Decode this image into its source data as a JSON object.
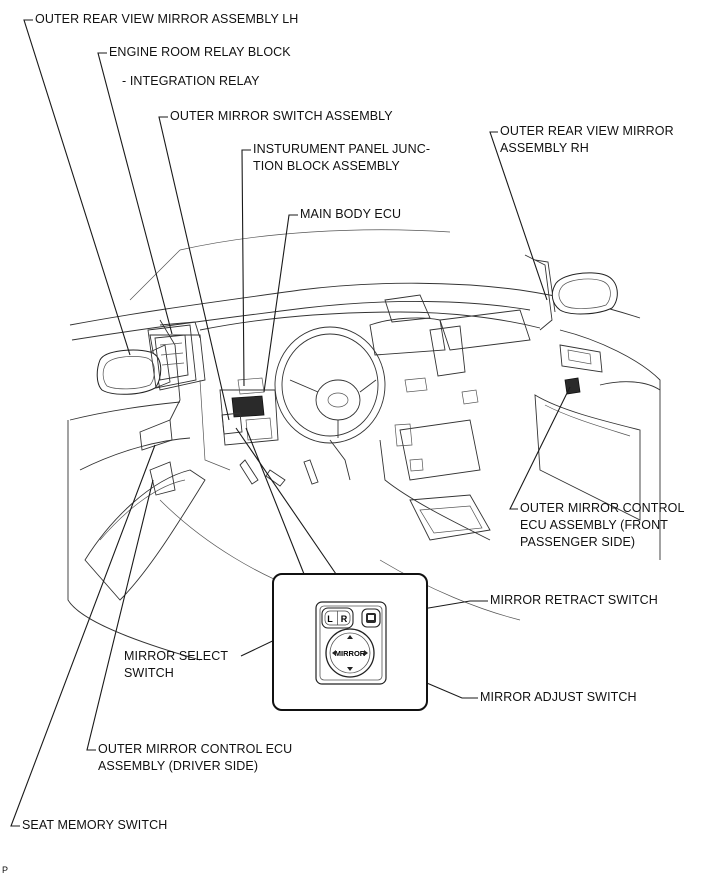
{
  "labels": {
    "mirror_lh": "OUTER REAR VIEW MIRROR ASSEMBLY LH",
    "engine_relay": "ENGINE ROOM RELAY BLOCK",
    "integration_relay": "- INTEGRATION RELAY",
    "mirror_switch": "OUTER MIRROR SWITCH ASSEMBLY",
    "ip_junction_1": "INSTURUMENT PANEL JUNC-",
    "ip_junction_2": "TION BLOCK ASSEMBLY",
    "main_body_ecu": "MAIN BODY ECU",
    "mirror_rh_1": "OUTER REAR VIEW MIRROR",
    "mirror_rh_2": "ASSEMBLY RH",
    "ecu_passenger_1": "OUTER MIRROR CONTROL",
    "ecu_passenger_2": "ECU ASSEMBLY (FRONT",
    "ecu_passenger_3": "PASSENGER SIDE)",
    "retract_switch": "MIRROR RETRACT SWITCH",
    "select_switch_1": "MIRROR SELECT",
    "select_switch_2": "SWITCH",
    "adjust_switch": "MIRROR ADJUST SWITCH",
    "ecu_driver_1": "OUTER MIRROR CONTROL ECU",
    "ecu_driver_2": "ASSEMBLY (DRIVER SIDE)",
    "seat_memory": "SEAT MEMORY SWITCH",
    "page_mark": "P"
  },
  "switch_panel": {
    "left_key": "L",
    "right_key": "R",
    "center_label": "MIRROR"
  }
}
